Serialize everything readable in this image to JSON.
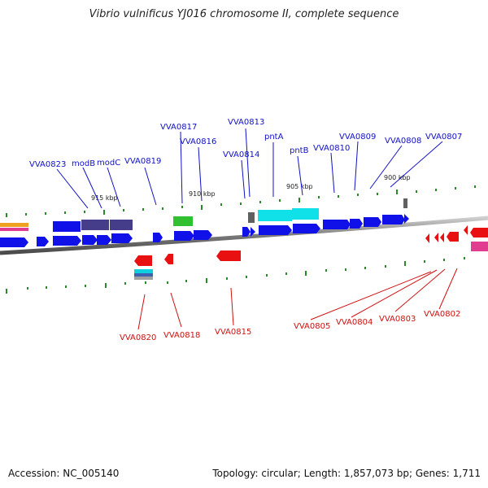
{
  "title": "Vibrio vulnificus YJ016 chromosome II, complete sequence",
  "footer": {
    "accession": "Accession: NC_005140",
    "summary": "Topology: circular; Length: 1,857,073 bp; Genes: 1,711"
  },
  "colors": {
    "plus_label": "#1010c8",
    "minus_label": "#d01010",
    "backbone": "#8a8a8a",
    "tick": "#2a8a2a"
  },
  "kbp_labels": [
    "915 kbp",
    "910 kbp",
    "905 kbp",
    "900 kbp"
  ],
  "labels_top": [
    "VVA0823",
    "modB",
    "modC",
    "VVA0819",
    "VVA0817",
    "VVA0816",
    "VVA0814",
    "VVA0813",
    "pntA",
    "pntB",
    "VVA0810",
    "VVA0809",
    "VVA0808",
    "VVA0807"
  ],
  "labels_bottom": [
    "VVA0820",
    "VVA0818",
    "VVA0815",
    "VVA0805",
    "VVA0804",
    "VVA0803",
    "VVA0802"
  ]
}
